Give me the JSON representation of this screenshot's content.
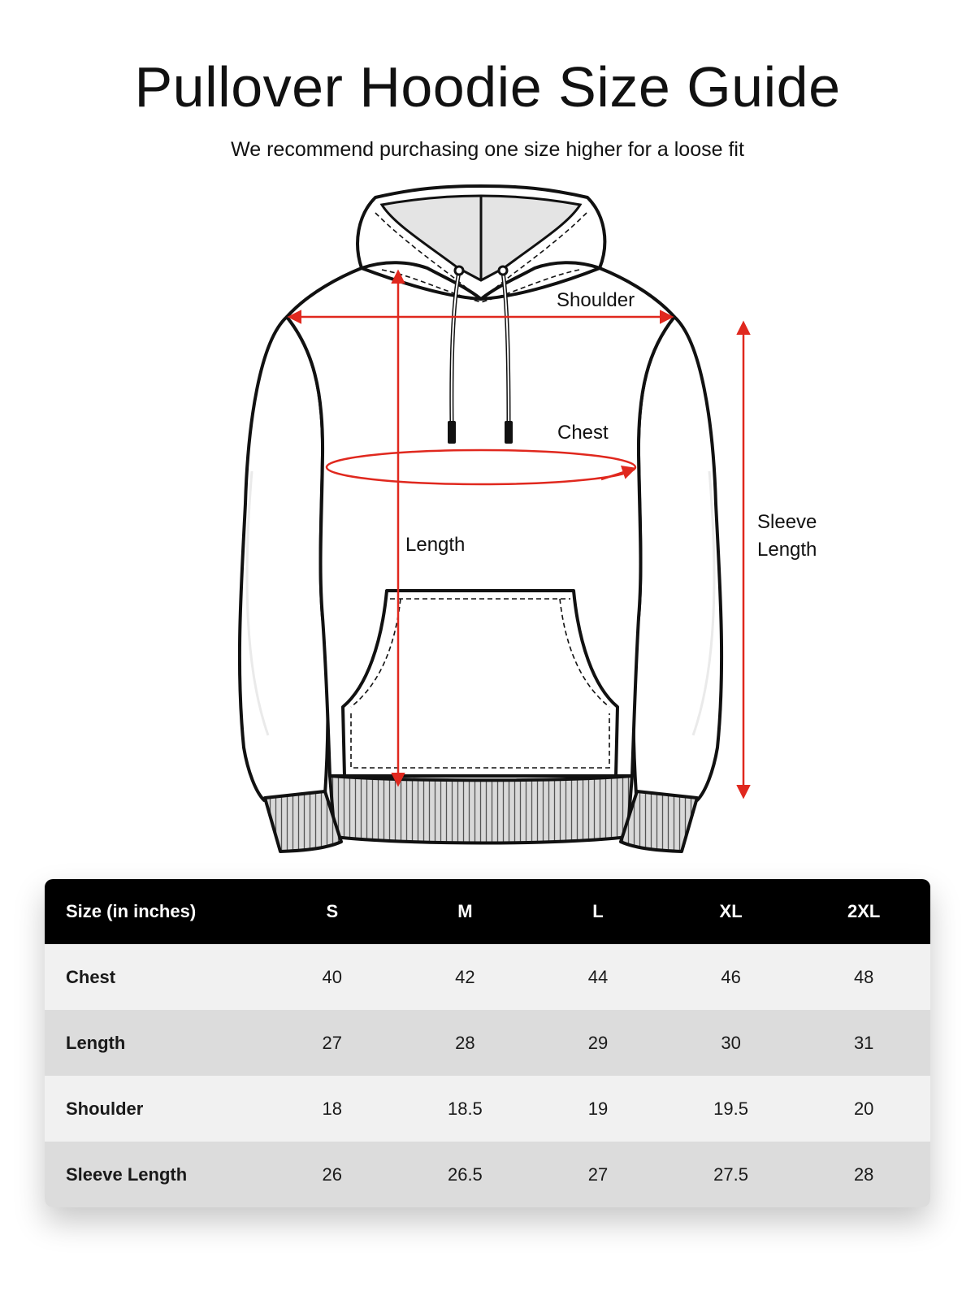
{
  "header": {
    "title": "Pullover Hoodie Size Guide",
    "subtitle": "We recommend purchasing one size higher for a loose fit"
  },
  "diagram": {
    "labels": {
      "shoulder": "Shoulder",
      "chest": "Chest",
      "length": "Length",
      "sleeve_line1": "Sleeve",
      "sleeve_line2": "Length"
    },
    "colors": {
      "measure_line": "#e0281e",
      "outline": "#111111",
      "rib": "#d9d9d9"
    }
  },
  "size_table": {
    "header_label": "Size (in inches)",
    "sizes": [
      "S",
      "M",
      "L",
      "XL",
      "2XL"
    ],
    "rows": [
      {
        "label": "Chest",
        "values": [
          "40",
          "42",
          "44",
          "46",
          "48"
        ]
      },
      {
        "label": "Length",
        "values": [
          "27",
          "28",
          "29",
          "30",
          "31"
        ]
      },
      {
        "label": "Shoulder",
        "values": [
          "18",
          "18.5",
          "19",
          "19.5",
          "20"
        ]
      },
      {
        "label": "Sleeve Length",
        "values": [
          "26",
          "26.5",
          "27",
          "27.5",
          "28"
        ]
      }
    ],
    "colors": {
      "header_bg": "#000000",
      "row_light": "#f1f1f1",
      "row_dark": "#dcdcdc"
    }
  }
}
